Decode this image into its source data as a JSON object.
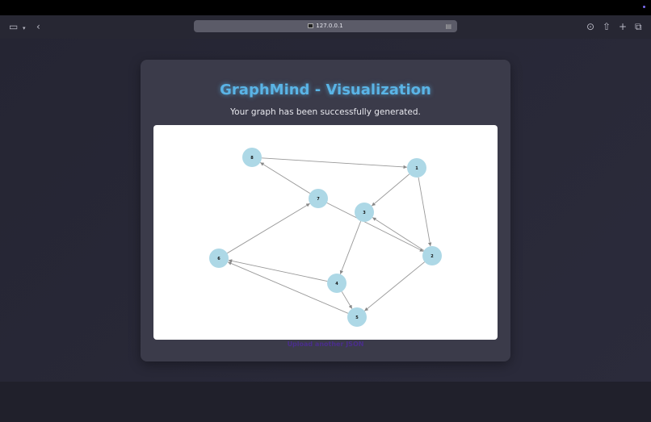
{
  "browser": {
    "url": "127.0.0.1",
    "icons": [
      "sidebar-icon",
      "chevron-down-icon",
      "back-icon",
      "download-icon",
      "share-icon",
      "new-tab-icon",
      "tabs-icon",
      "reader-icon"
    ]
  },
  "card": {
    "title": "GraphMind - Visualization",
    "subtitle": "Your graph has been successfully generated.",
    "link": "Upload another JSON"
  },
  "graph": {
    "node_color": "#add8e6",
    "edge_color": "#999999",
    "title_color": "#5ab4e6",
    "nodes": [
      "1",
      "2",
      "3",
      "4",
      "5",
      "6",
      "7",
      "8"
    ],
    "edges": [
      [
        "8",
        "1"
      ],
      [
        "1",
        "3"
      ],
      [
        "1",
        "2"
      ],
      [
        "7",
        "8"
      ],
      [
        "7",
        "2"
      ],
      [
        "2",
        "3"
      ],
      [
        "3",
        "4"
      ],
      [
        "6",
        "7"
      ],
      [
        "4",
        "6"
      ],
      [
        "5",
        "6"
      ],
      [
        "4",
        "5"
      ],
      [
        "2",
        "5"
      ]
    ]
  }
}
